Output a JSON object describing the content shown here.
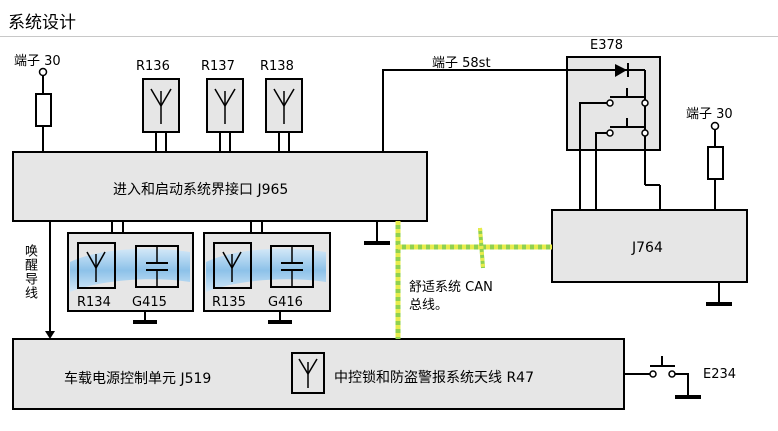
{
  "title": "系统设计",
  "terminals": {
    "t30_left": "端子 30",
    "t58st": "端子 58st",
    "t30_right": "端子 30"
  },
  "antennas_top": [
    "R136",
    "R137",
    "R138"
  ],
  "modules": {
    "j965": "进入和启动系统界接口  J965",
    "j764": "J764",
    "j519": "车载电源控制单元  J519",
    "e378": "E378",
    "e234": "E234"
  },
  "sub_units": [
    {
      "antenna": "R134",
      "capacitor": "G415"
    },
    {
      "antenna": "R135",
      "capacitor": "G416"
    }
  ],
  "wakeup_line": "唤醒导线",
  "can_bus": {
    "line1": "舒适系统 CAN",
    "line2": "总线。"
  },
  "r47_label": "中控锁和防盗警报系统天线  R47",
  "colors": {
    "box_fill": "#e6e6e6",
    "can_green": "#8fd14f",
    "can_yellow": "#e8ec4c",
    "blue_highlight": "#8cc6ef"
  }
}
